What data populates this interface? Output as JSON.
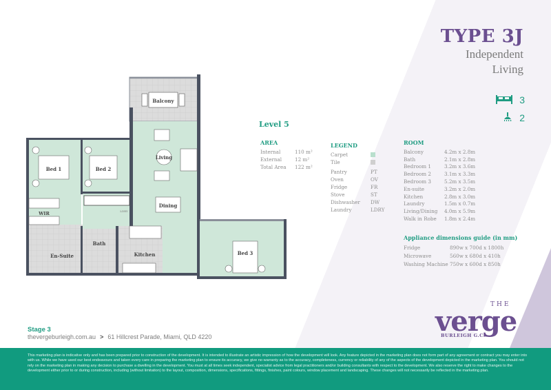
{
  "header": {
    "type_title": "TYPE 3J",
    "subtitle_line1": "Independent",
    "subtitle_line2": "Living",
    "bedrooms": {
      "icon": "bed-icon",
      "count": "3"
    },
    "bathrooms": {
      "icon": "shower-icon",
      "count": "2"
    }
  },
  "colors": {
    "brand_purple": "#6b4f90",
    "accent_green": "#1f9c82",
    "carpet": "#cfe7d9",
    "tile": "#d6d6d6",
    "wall": "#4a5160",
    "footer_bar": "#119b7f"
  },
  "floorplan": {
    "rooms": {
      "balcony": "Balcony",
      "living": "Living",
      "dining": "Dining",
      "bed1": "Bed 1",
      "bed2": "Bed 2",
      "bed3": "Bed 3",
      "wir": "WIR",
      "ensuite": "En-Suite",
      "bath": "Bath",
      "kitchen": "Kitchen",
      "ldry": "LDRY"
    }
  },
  "level": "Level 5",
  "area": {
    "title": "AREA",
    "rows": [
      {
        "label": "Internal",
        "value": "110 m²"
      },
      {
        "label": "External",
        "value": "12 m²"
      },
      {
        "label": "Total Area",
        "value": "122 m²"
      }
    ]
  },
  "legend": {
    "title": "LEGEND",
    "swatches": [
      {
        "label": "Carpet",
        "color": "#b9dfcd"
      },
      {
        "label": "Tile",
        "color": "#cfcfcf"
      }
    ],
    "abbreviations": [
      {
        "label": "Pantry",
        "abbr": "PT"
      },
      {
        "label": "Oven",
        "abbr": "OV"
      },
      {
        "label": "Fridge",
        "abbr": "FR"
      },
      {
        "label": "Stove",
        "abbr": "ST"
      },
      {
        "label": "Dishwasher",
        "abbr": "DW"
      },
      {
        "label": "Laundry",
        "abbr": "LDRY"
      }
    ]
  },
  "rooms": {
    "title": "ROOM",
    "rows": [
      {
        "label": "Balcony",
        "value": "4.2m x 2.8m"
      },
      {
        "label": "Bath",
        "value": "2.1m x 2.8m"
      },
      {
        "label": "Bedroom 1",
        "value": "3.2m x 3.6m"
      },
      {
        "label": "Bedroom 2",
        "value": "3.1m x 3.3m"
      },
      {
        "label": "Bedroom 3",
        "value": "5.2m x 3.5m"
      },
      {
        "label": "En-suite",
        "value": "3.2m x 2.0m"
      },
      {
        "label": "Kitchen",
        "value": "2.8m x 3.0m"
      },
      {
        "label": "Laundry",
        "value": "1.5m x 0.7m"
      },
      {
        "label": "Living/Dining",
        "value": "4.0m x 5.9m"
      },
      {
        "label": "Walk in Robe",
        "value": "1.8m x 2.4m"
      }
    ]
  },
  "appliances": {
    "title": "Appliance dimensions guide (in mm)",
    "rows": [
      {
        "label": "Fridge",
        "value": "890w x 700d x 1800h"
      },
      {
        "label": "Microwave",
        "value": "560w x 680d x 410h"
      },
      {
        "label": "Washing Machine",
        "value": "750w x 600d x 850h"
      }
    ]
  },
  "footer": {
    "stage": "Stage 3",
    "website": "thevergeburleigh.com.au",
    "separator": ">",
    "address": "61 Hillcrest Parade, Miami, QLD 4220",
    "logo_the": "THE",
    "logo_verge": "verge",
    "logo_sub": "BURLEIGH G.C.",
    "disclaimer": "This marketing plan is indicative only and has been prepared prior to construction of the development. It is intended to illustrate an artistic impression of how the development will look. Any feature depicted in the marketing plan does not form part of any agreement or contract you may enter into with us. While we have used our best endeavours and taken every care in preparing the marketing plan to ensure its accuracy, we give no warranty as to the accuracy, completeness, currency or reliability of any of the aspects of the development depicted in the marketing plan. You should not rely on the marketing plan in making any decision to purchase a dwelling in the development. You must at all times seek independent, specialist advice from legal practitioners and/or building consultants with respect to the development. We also reserve the right to make changes to the development either prior to or during construction, including (without limitation) to the layout, composition, dimensions, specifications, fittings, finishes, paint colours, window placement and landscaping. These changes will not necessarily be reflected in the marketing plan."
  }
}
